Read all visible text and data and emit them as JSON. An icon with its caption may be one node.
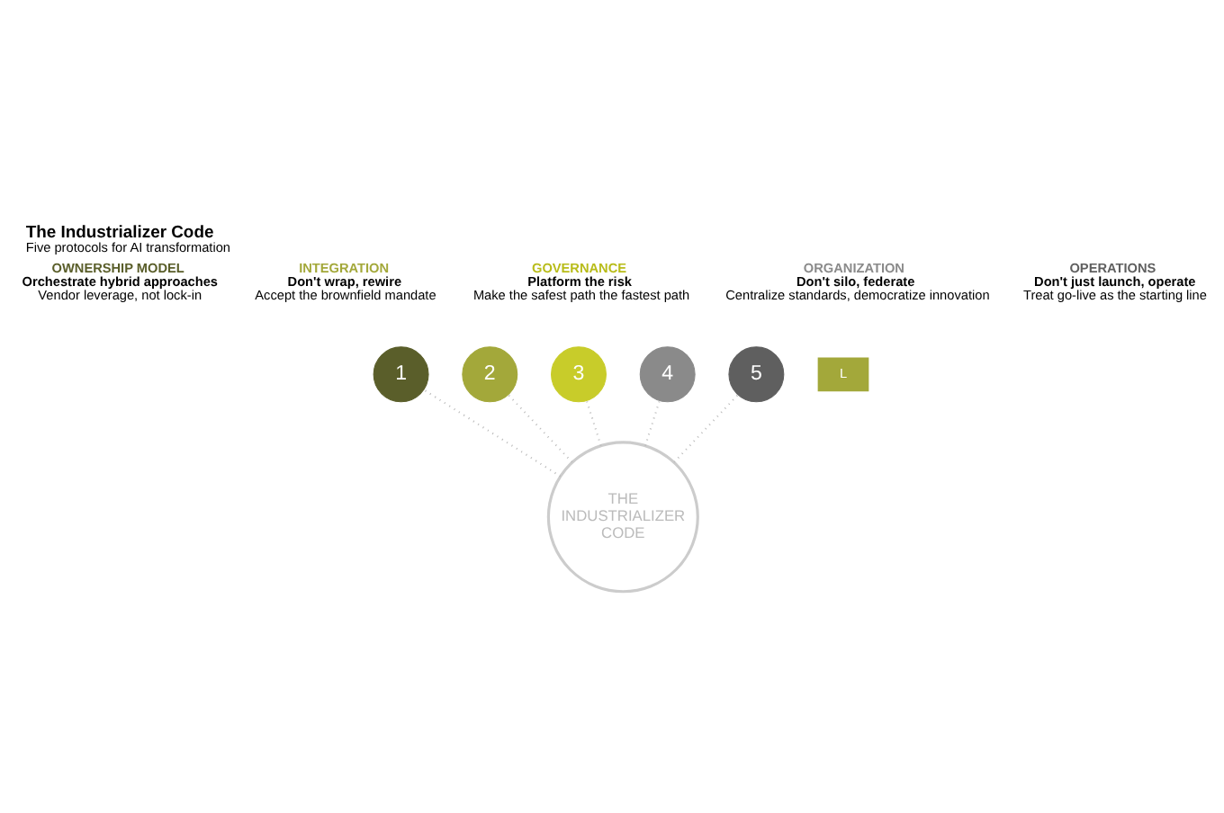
{
  "diagram": {
    "title": "The Industrializer Code",
    "caption": "Five protocols for AI transformation",
    "nodes": [
      {
        "text": [
          "THE INDUSTRIALIZER CODE"
        ]
      },
      {
        "text": [
          "1"
        ],
        "beside": [
          "OWNERSHIP MODEL",
          "Orchestrate hybrid approaches",
          "Vendor leverage, not lock-in"
        ]
      },
      {
        "text": [
          "2"
        ],
        "beside": [
          "INTEGRATION",
          "Don't wrap, rewire",
          "Accept the brownfield mandate"
        ]
      },
      {
        "text": [
          "3"
        ],
        "beside": [
          "GOVERNANCE",
          "Platform the risk",
          "Make the safest path the fastest path"
        ]
      },
      {
        "text": [
          "4"
        ],
        "beside": [
          "ORGANIZATION",
          "Don't silo, federate",
          "Centralize standards, democratize innovation"
        ]
      },
      {
        "text": [
          "5"
        ],
        "beside": [
          "OPERATIONS",
          "Don't just launch, operate",
          "Treat go-live as the starting line"
        ]
      }
    ],
    "edges": [
      {
        "from": 0,
        "to": 1,
        "arrow": "none",
        "style": "dashed"
      },
      {
        "from": 0,
        "to": 2,
        "arrow": "none",
        "style": "dashed"
      },
      {
        "from": 0,
        "to": 3,
        "arrow": "none",
        "style": "dashed"
      },
      {
        "from": 0,
        "to": 4,
        "arrow": "none",
        "style": "dashed"
      },
      {
        "from": 0,
        "to": 5,
        "arrow": "none",
        "style": "dashed"
      }
    ],
    "labels": [
      "L"
    ]
  }
}
